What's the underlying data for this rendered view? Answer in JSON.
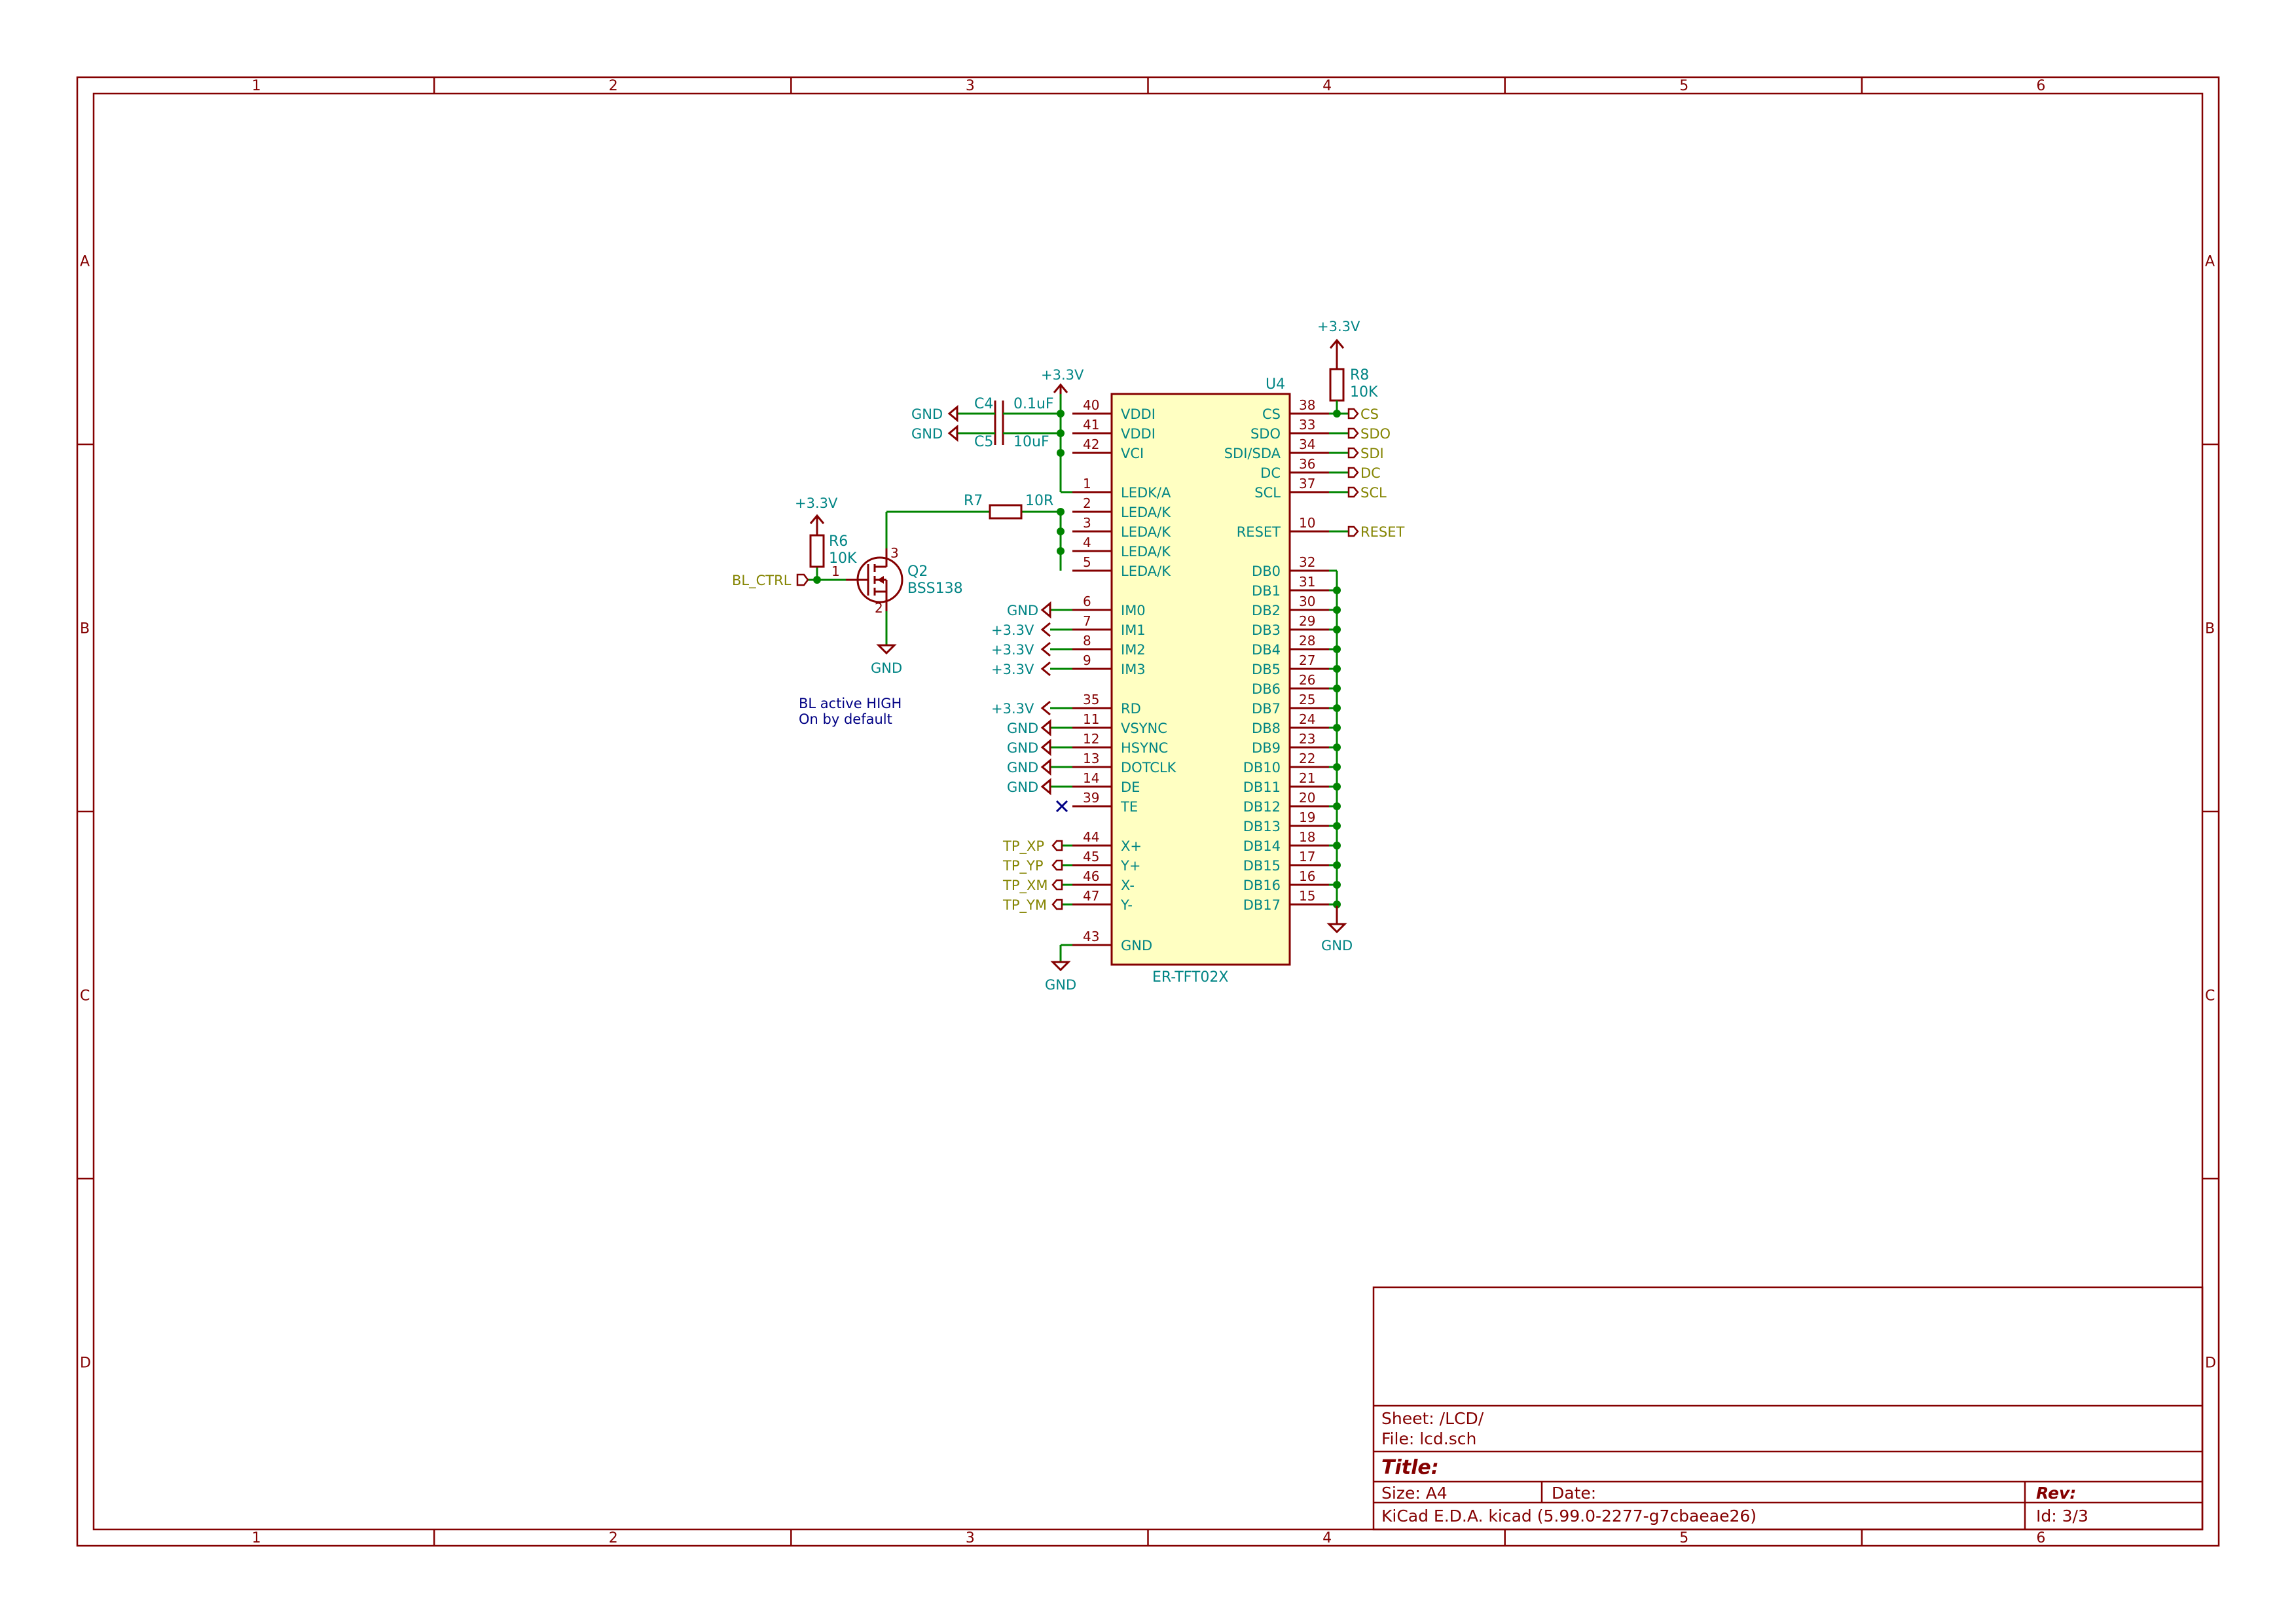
{
  "sheet": {
    "column_labels": [
      "1",
      "2",
      "3",
      "4",
      "5",
      "6"
    ],
    "row_labels": [
      "A",
      "B",
      "C",
      "D"
    ]
  },
  "title_block": {
    "sheet": "Sheet: /LCD/",
    "file": "File: lcd.sch",
    "title": "Title:",
    "size": "Size: A4",
    "date": "Date:",
    "rev": "Rev:",
    "tool": "KiCad E.D.A.  kicad (5.99.0-2277-g7cbaeae26)",
    "id": "Id: 3/3"
  },
  "u4": {
    "ref": "U4",
    "value": "ER-TFT02X",
    "left_pins": [
      {
        "num": "40",
        "name": "VDDI"
      },
      {
        "num": "41",
        "name": "VDDI"
      },
      {
        "num": "42",
        "name": "VCI"
      },
      {
        "num": "1",
        "name": "LEDK/A"
      },
      {
        "num": "2",
        "name": "LEDA/K"
      },
      {
        "num": "3",
        "name": "LEDA/K"
      },
      {
        "num": "4",
        "name": "LEDA/K"
      },
      {
        "num": "5",
        "name": "LEDA/K"
      },
      {
        "num": "6",
        "name": "IM0"
      },
      {
        "num": "7",
        "name": "IM1"
      },
      {
        "num": "8",
        "name": "IM2"
      },
      {
        "num": "9",
        "name": "IM3"
      },
      {
        "num": "35",
        "name": "RD"
      },
      {
        "num": "11",
        "name": "VSYNC"
      },
      {
        "num": "12",
        "name": "HSYNC"
      },
      {
        "num": "13",
        "name": "DOTCLK"
      },
      {
        "num": "14",
        "name": "DE"
      },
      {
        "num": "39",
        "name": "TE"
      },
      {
        "num": "44",
        "name": "X+"
      },
      {
        "num": "45",
        "name": "Y+"
      },
      {
        "num": "46",
        "name": "X-"
      },
      {
        "num": "47",
        "name": "Y-"
      },
      {
        "num": "43",
        "name": "GND"
      }
    ],
    "right_pins": [
      {
        "num": "38",
        "name": "CS"
      },
      {
        "num": "33",
        "name": "SDO"
      },
      {
        "num": "34",
        "name": "SDI/SDA"
      },
      {
        "num": "36",
        "name": "DC"
      },
      {
        "num": "37",
        "name": "SCL"
      },
      {
        "num": "10",
        "name": "RESET"
      },
      {
        "num": "32",
        "name": "DB0"
      },
      {
        "num": "31",
        "name": "DB1"
      },
      {
        "num": "30",
        "name": "DB2"
      },
      {
        "num": "29",
        "name": "DB3"
      },
      {
        "num": "28",
        "name": "DB4"
      },
      {
        "num": "27",
        "name": "DB5"
      },
      {
        "num": "26",
        "name": "DB6"
      },
      {
        "num": "25",
        "name": "DB7"
      },
      {
        "num": "24",
        "name": "DB8"
      },
      {
        "num": "23",
        "name": "DB9"
      },
      {
        "num": "22",
        "name": "DB10"
      },
      {
        "num": "21",
        "name": "DB11"
      },
      {
        "num": "20",
        "name": "DB12"
      },
      {
        "num": "19",
        "name": "DB13"
      },
      {
        "num": "18",
        "name": "DB14"
      },
      {
        "num": "17",
        "name": "DB15"
      },
      {
        "num": "16",
        "name": "DB16"
      },
      {
        "num": "15",
        "name": "DB17"
      }
    ]
  },
  "components": {
    "c4_ref": "C4",
    "c4_val": "0.1uF",
    "c5_ref": "C5",
    "c5_val": "10uF",
    "r7_ref": "R7",
    "r7_val": "10R",
    "r6_ref": "R6",
    "r6_val": "10K",
    "r8_ref": "R8",
    "r8_val": "10K",
    "q2_ref": "Q2",
    "q2_val": "BSS138",
    "q2_pin1": "1",
    "q2_pin2": "2",
    "q2_pin3": "3"
  },
  "power": {
    "v33": "+3.3V",
    "gnd": "GND"
  },
  "labels": {
    "cs": "CS",
    "sdo": "SDO",
    "sdi": "SDI",
    "dc": "DC",
    "scl": "SCL",
    "reset": "RESET",
    "bl_ctrl": "BL_CTRL",
    "tp_xp": "TP_XP",
    "tp_yp": "TP_YP",
    "tp_xm": "TP_XM",
    "tp_ym": "TP_YM"
  },
  "notes": {
    "line1": "BL active HIGH",
    "line2": "On by default"
  }
}
